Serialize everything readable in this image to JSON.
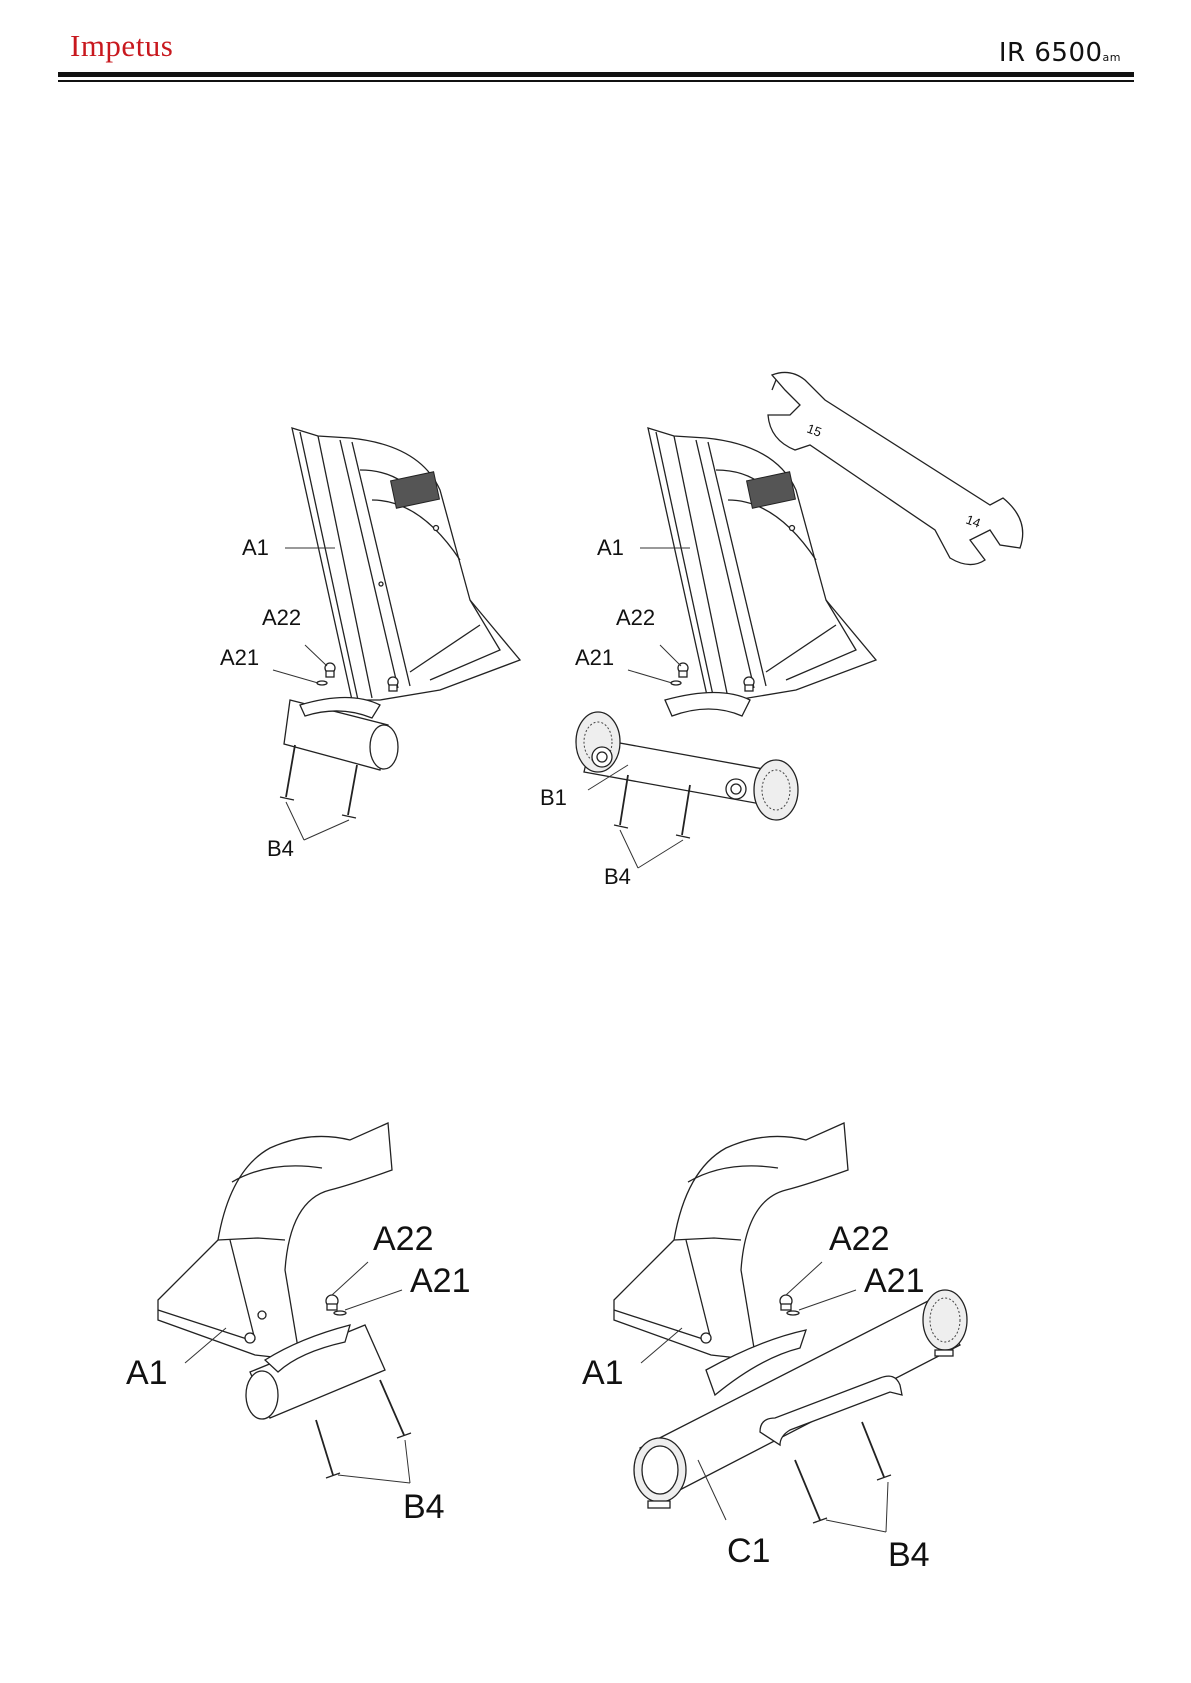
{
  "header": {
    "brand": "Impetus",
    "model": "IR 6500",
    "model_suffix": "am"
  },
  "figures": {
    "fig1": {
      "a1": "A1",
      "a22": "A22",
      "a21": "A21",
      "b4": "B4"
    },
    "fig2": {
      "a1": "A1",
      "a22": "A22",
      "a21": "A21",
      "b1": "B1",
      "b4": "B4"
    },
    "wrench": {
      "size_large": "15",
      "size_small": "14"
    },
    "fig3": {
      "a22": "A22",
      "a21": "A21",
      "a1": "A1",
      "b4": "B4"
    },
    "fig4": {
      "a22": "A22",
      "a21": "A21",
      "a1": "A1",
      "c1": "C1",
      "b4": "B4"
    }
  }
}
